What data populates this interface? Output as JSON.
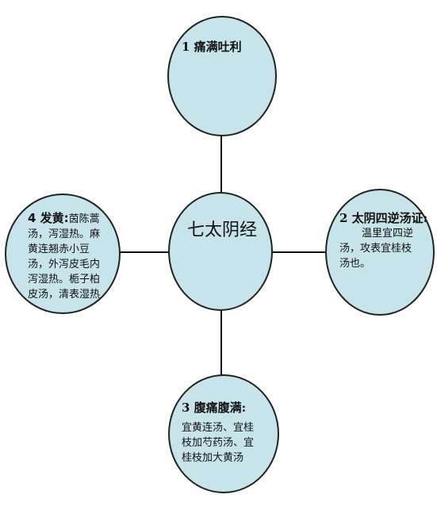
{
  "center": {
    "label": "七太阴经"
  },
  "nodes": {
    "top": {
      "title": "1 痛满吐利",
      "body": ""
    },
    "right": {
      "title": "2 太阴四逆汤证:",
      "body_line1": "温里宜四逆",
      "body_line2": "汤，攻表宜桂枝",
      "body_line3": "汤也。"
    },
    "bottom": {
      "title": "3 腹痛腹满:",
      "body_line1": "宜黄连汤、宜桂",
      "body_line2": "枝加芍药汤、宜",
      "body_line3": "桂枝加大黄汤"
    },
    "left": {
      "title": "4 发黄:",
      "body_line1": "茵陈蒿",
      "body_line2": "汤，泻湿热。麻",
      "body_line3": "黄连翘赤小豆",
      "body_line4": "汤，外泻皮毛内",
      "body_line5": "泻湿热。栀子柏",
      "body_line6": "皮汤，清表湿热"
    }
  },
  "colors": {
    "node_fill": "#c6e4ea",
    "outline": "#222222"
  }
}
